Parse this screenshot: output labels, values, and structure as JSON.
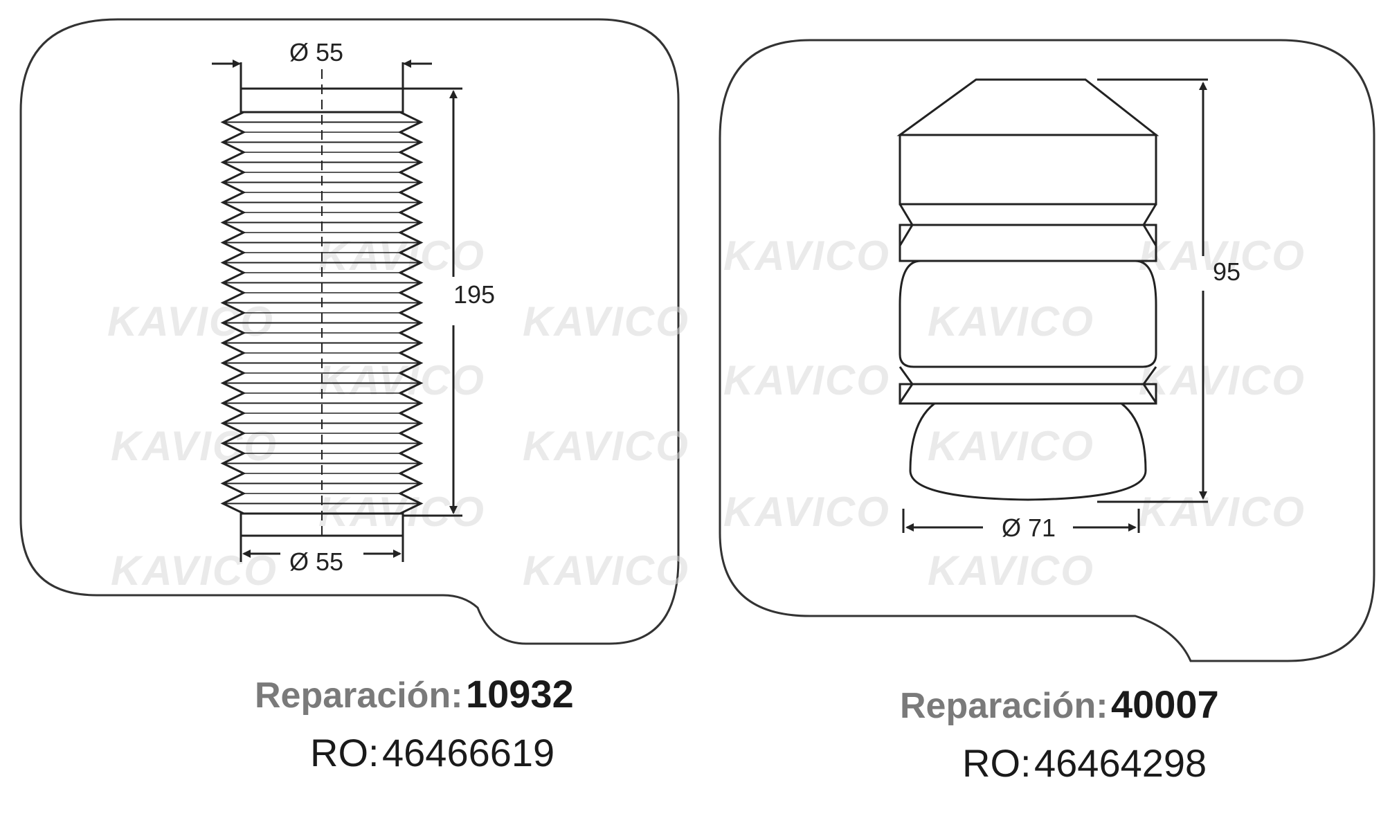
{
  "watermark": "KAVICO",
  "parts": [
    {
      "dims": {
        "top_diameter": "Ø 55",
        "length": "195",
        "bottom_diameter": "Ø 55"
      },
      "repair_label": "Reparación:",
      "repair_number": "10932",
      "ro_label": "RO:",
      "ro_number": "46466619"
    },
    {
      "dims": {
        "height": "95",
        "diameter": "Ø 71"
      },
      "repair_label": "Reparación:",
      "repair_number": "40007",
      "ro_label": "RO:",
      "ro_number": "46464298"
    }
  ]
}
